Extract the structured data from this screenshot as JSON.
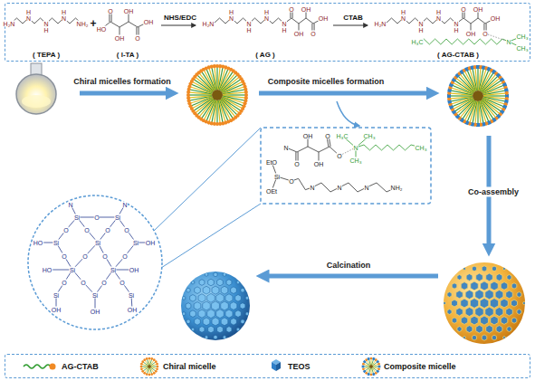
{
  "diagram": {
    "nodes": [
      {
        "text": [
          "( TEPA )",
          "+",
          "( l-TA )",
          "NHS/EDC",
          "( AG )",
          "CTAB",
          "( AG-CTAB )"
        ]
      }
    ],
    "labels": [
      "Chiral micelles formation",
      "Composite micelles formation",
      "Co-assembly",
      "Calcination",
      "H₂N",
      "N",
      "H",
      "N",
      "H",
      "N",
      "H",
      "NH₂",
      "O",
      "HO",
      "OH",
      "OH",
      "O",
      "OH",
      "H₂N",
      "N",
      "H",
      "N",
      "H",
      "N",
      "H",
      "N",
      "H",
      "O",
      "OH",
      "OH",
      "O",
      "OH",
      "H₂N",
      "N",
      "H",
      "N",
      "H",
      "N",
      "H",
      "N",
      "H",
      "O",
      "OH",
      "OH",
      "O",
      "OH",
      "N",
      "CH₃",
      "CH₃",
      "H₃C",
      "H₃C",
      "CH₃",
      "N",
      "CH₃",
      "CH₃",
      "O",
      "O",
      "OH",
      "OH",
      "O",
      "N",
      "EtO",
      "Si",
      "OEt",
      "O",
      "N",
      "N",
      "N",
      "NH₂",
      "Si",
      "Si",
      "Si",
      "Si",
      "Si",
      "Si",
      "Si",
      "Si",
      "Si",
      "Si",
      "O",
      "O",
      "O",
      "O",
      "O",
      "O",
      "O",
      "O",
      "O",
      "O",
      "O",
      "O",
      "O",
      "N",
      "N",
      "HO",
      "OH",
      "HO",
      "OH",
      "OH",
      "OH",
      "OH"
    ],
    "legend": [
      {
        "text": "AG-CTAB"
      },
      {
        "text": "Chiral micelle"
      },
      {
        "text": "TEOS"
      },
      {
        "text": "Composite micelle"
      }
    ]
  }
}
